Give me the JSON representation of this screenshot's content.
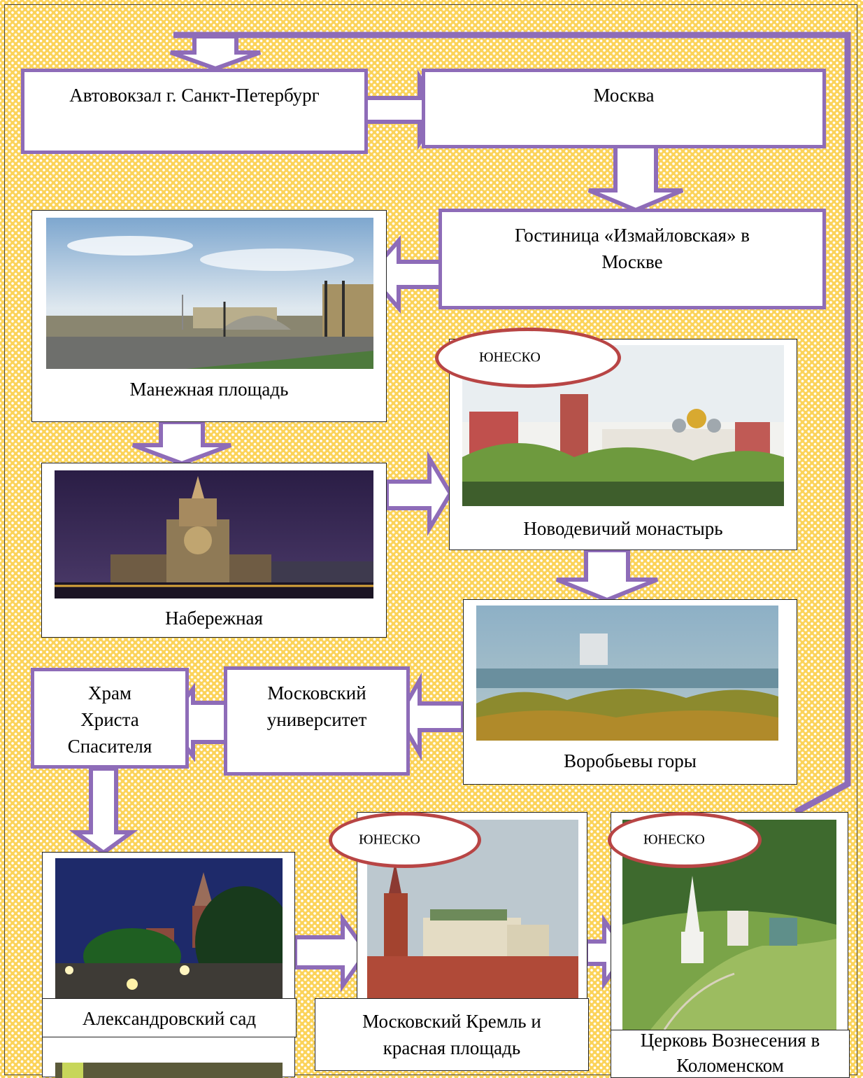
{
  "nodes": {
    "bus_station": "Автовокзал г. Санкт-Петербург",
    "moscow": "Москва",
    "hotel_line1": "Гостиница «Измайловская» в",
    "hotel_line2": "Москве",
    "manezh": "Манежная площадь",
    "embankment": "Набережная",
    "novodevichy": "Новодевичий монастырь",
    "sparrow_hills": "Воробьевы горы",
    "university_line1": "Московский",
    "university_line2": "университет",
    "cathedral_line1": "Храм",
    "cathedral_line2": "Христа",
    "cathedral_line3": "Спасителя",
    "alexander_garden": "Александровский сад",
    "kremlin_line1": "Московский Кремль и",
    "kremlin_line2": "красная площадь",
    "church_line1": "Церковь Вознесения в",
    "church_line2": "Коломенском"
  },
  "badges": {
    "unesco_1": "ЮНЕСКО",
    "unesco_2": "ЮНЕСКО",
    "unesco_3": "ЮНЕСКО"
  },
  "colors": {
    "box_border": "#8e6cb8",
    "oval_border": "#b84545",
    "background": "#fbd35a"
  }
}
